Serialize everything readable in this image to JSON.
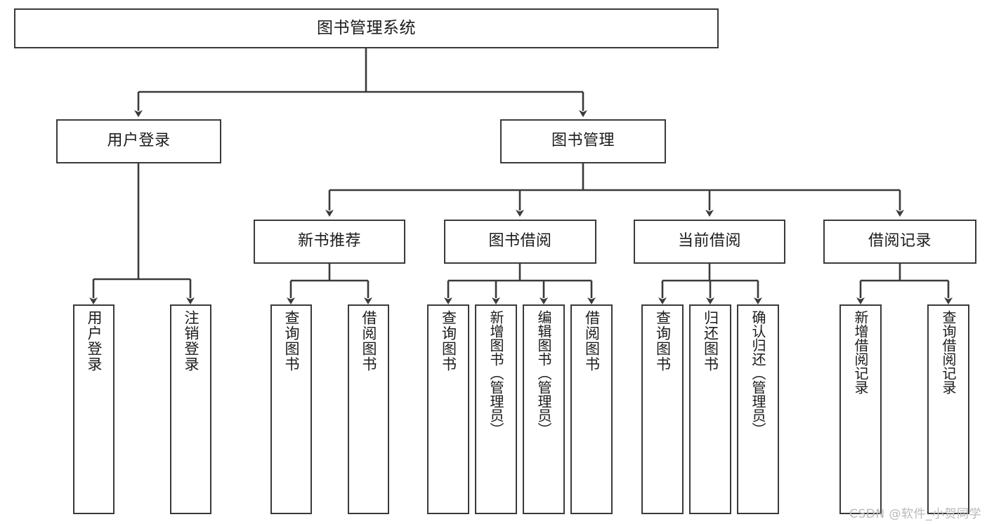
{
  "diagram": {
    "title": "图书管理系统",
    "type": "tree-hierarchy",
    "line_color": "#3a3a3a",
    "box_fill": "#ffffff",
    "text_color": "#1b1b1b"
  },
  "root": {
    "label": "图书管理系统"
  },
  "level2": [
    {
      "label": "用户登录"
    },
    {
      "label": "图书管理"
    }
  ],
  "level3": [
    {
      "label": "新书推荐"
    },
    {
      "label": "图书借阅"
    },
    {
      "label": "当前借阅"
    },
    {
      "label": "借阅记录"
    }
  ],
  "leaves": {
    "user_login": [
      {
        "label": "用户登录"
      },
      {
        "label": "注销登录"
      }
    ],
    "new_book": [
      {
        "label": "查询图书"
      },
      {
        "label": "借阅图书"
      }
    ],
    "book_borrow": [
      {
        "label": "查询图书"
      },
      {
        "label": "新增图书（管理员）"
      },
      {
        "label": "编辑图书（管理员）"
      },
      {
        "label": "借阅图书"
      }
    ],
    "current_borrow": [
      {
        "label": "查询图书"
      },
      {
        "label": "归还图书"
      },
      {
        "label": "确认归还（管理员）"
      }
    ],
    "borrow_record": [
      {
        "label": "新增借阅记录"
      },
      {
        "label": "查询借阅记录"
      }
    ]
  },
  "watermark": {
    "text": "CSDN @软件_小贺同学"
  }
}
